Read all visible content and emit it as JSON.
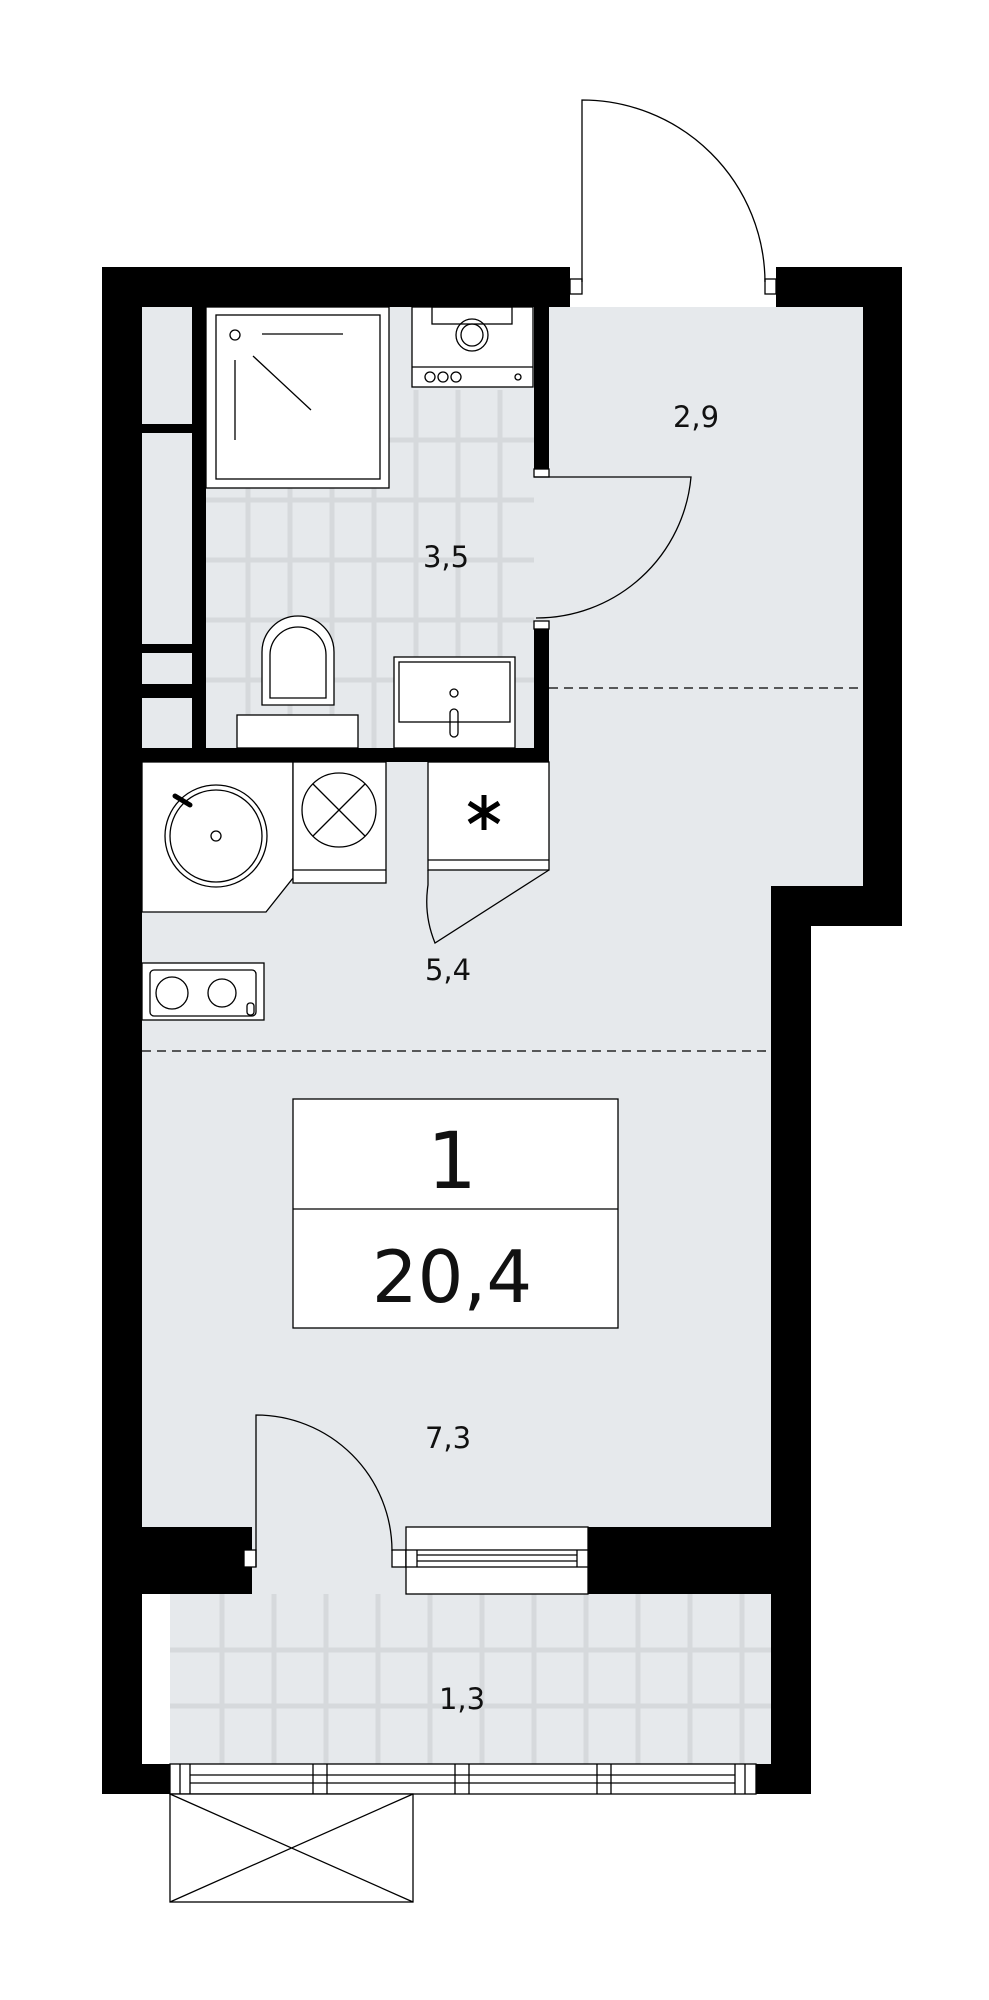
{
  "plan": {
    "rooms_count": "1",
    "total_area": "20,4",
    "areas": {
      "hall": "2,9",
      "bathroom": "3,5",
      "kitchen": "5,4",
      "living": "7,3",
      "balcony": "1,3"
    }
  },
  "colors": {
    "floor": "#e6e9ec",
    "wall": "#000000"
  }
}
